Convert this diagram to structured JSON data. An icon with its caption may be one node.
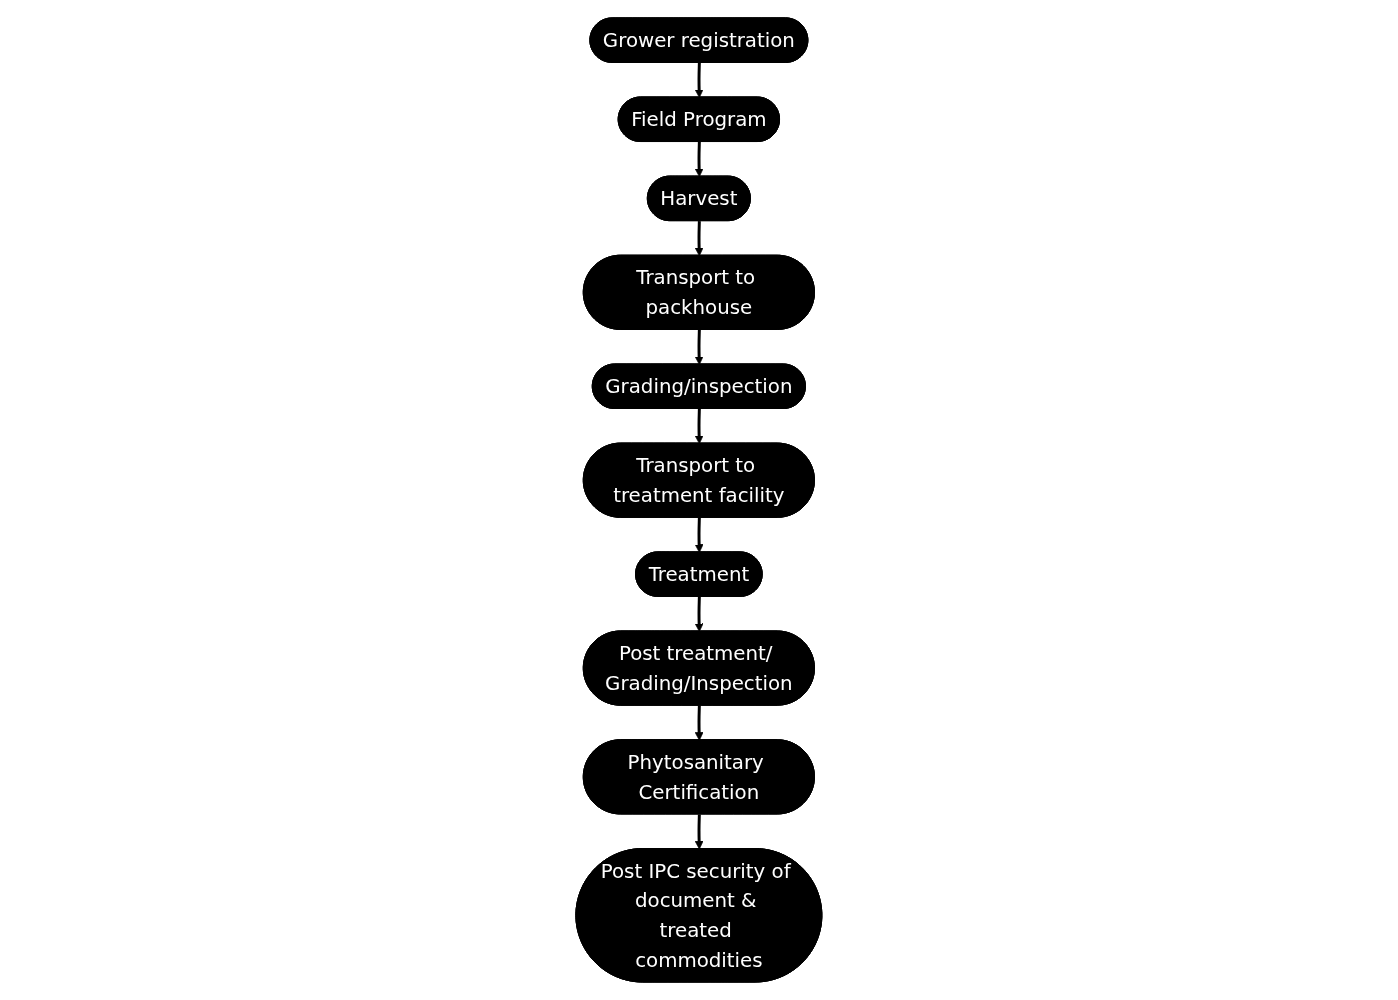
{
  "diagram": {
    "nodes": [
      {
        "text": [
          "Grower registration"
        ]
      },
      {
        "text": [
          "Field Program"
        ]
      },
      {
        "text": [
          "Harvest"
        ]
      },
      {
        "text": [
          "Transport to treatment facility"
        ]
      },
      {
        "text": [
          "Grading/inspection"
        ]
      },
      {
        "text": [
          "Transport to packhouse"
        ]
      },
      {
        "text": [
          "Treatment"
        ]
      },
      {
        "text": [
          "Post treatment/ Grading/Inspection"
        ]
      },
      {
        "text": [
          "Phytosanitary Certification"
        ]
      },
      {
        "text": [
          "Post IPC security of document & treated commodities"
        ]
      }
    ],
    "edges": [
      {
        "from": 0,
        "to": 1,
        "arrow": "to"
      },
      {
        "from": 1,
        "to": 2,
        "arrow": "to"
      },
      {
        "from": 2,
        "to": 5,
        "arrow": "to"
      },
      {
        "from": 5,
        "to": 4,
        "arrow": "to"
      },
      {
        "from": 4,
        "to": 3,
        "arrow": "to"
      },
      {
        "from": 3,
        "to": 6,
        "arrow": "to"
      },
      {
        "from": 6,
        "to": 7,
        "arrow": "to"
      },
      {
        "from": 7,
        "to": 8,
        "arrow": "to"
      },
      {
        "from": 8,
        "to": 9,
        "arrow": "to"
      }
    ]
  }
}
